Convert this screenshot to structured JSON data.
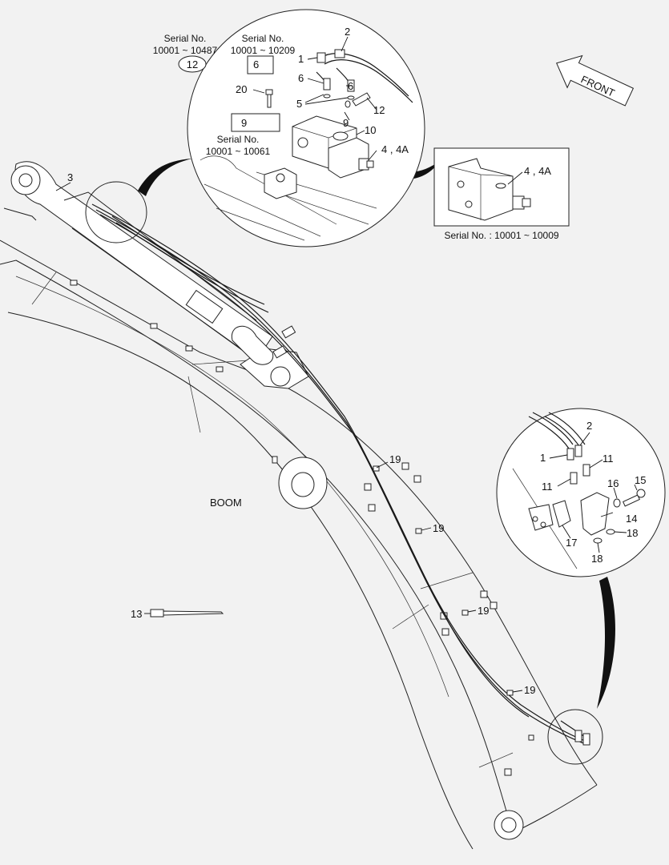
{
  "labels": {
    "serial_a_title": "Serial No.",
    "serial_a_range": "10001 ~ 10487",
    "serial_b_title": "Serial No.",
    "serial_b_range": "10001 ~ 10209",
    "serial_c_title": "Serial No.",
    "serial_c_range": "10001 ~ 10061",
    "serial_d": "Serial No. : 10001 ~ 10009",
    "front": "FRONT",
    "boom": "BOOM"
  },
  "callouts": {
    "p1": "1",
    "p2": "2",
    "p3": "3",
    "p44a": "4 , 4A",
    "p44a_inset": "4 , 4A",
    "p5": "5",
    "p6a": "6",
    "p6b": "6",
    "p6box": "6",
    "p9": "9",
    "p9box": "9",
    "p10": "10",
    "p12": "12",
    "p12circ": "12",
    "p13": "13",
    "p20": "20",
    "p19a": "19",
    "p19b": "19",
    "p19c": "19",
    "p19d": "19",
    "q1": "1",
    "q2": "2",
    "q11a": "11",
    "q11b": "11",
    "q14": "14",
    "q15": "15",
    "q16": "16",
    "q17": "17",
    "q18a": "18",
    "q18b": "18"
  },
  "colors": {
    "background": "#f2f2f2",
    "line": "#222222",
    "fill": "#ffffff"
  }
}
